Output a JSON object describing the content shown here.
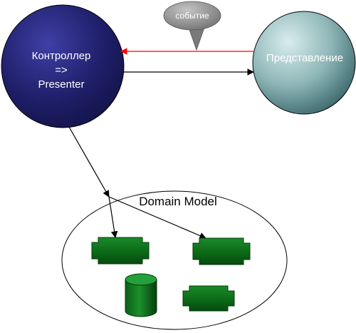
{
  "nodes": {
    "controller": {
      "line1": "Контроллер",
      "line2": "=>",
      "line3": "Presenter"
    },
    "view": {
      "label": "Представление"
    },
    "domain": {
      "label": "Domain Model"
    }
  },
  "callout": {
    "label": "событие"
  },
  "colors": {
    "controller_fill": "#20206a",
    "view_fill": "#6f9a9c",
    "event_arrow": "#ff0000",
    "arrow": "#000000",
    "component_fill": "#0f6b1a",
    "callout_fill": "#8a8a8a",
    "domain_stroke": "#000000"
  }
}
